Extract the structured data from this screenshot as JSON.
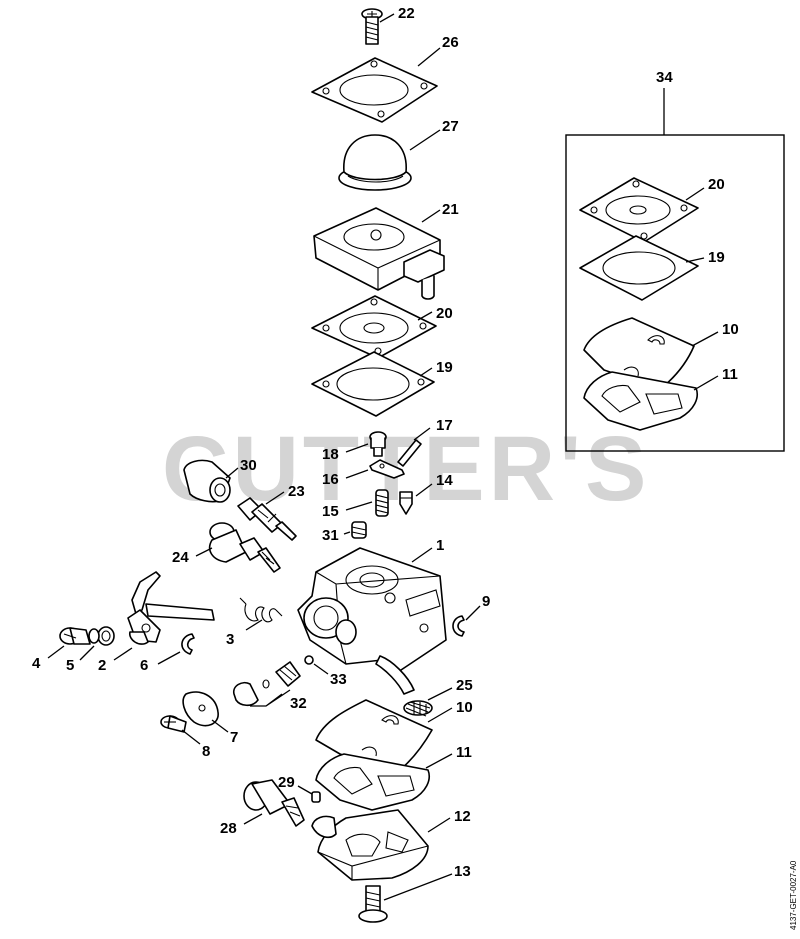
{
  "watermark": "CUTTER'S",
  "doc_code": "4137-GET-0027-A0",
  "colors": {
    "line": "#000000",
    "background": "#ffffff",
    "watermark": "#d4d4d4"
  },
  "labels": {
    "p1": "1",
    "p2": "2",
    "p3": "3",
    "p4": "4",
    "p5": "5",
    "p6": "6",
    "p7": "7",
    "p8": "8",
    "p9": "9",
    "p10": "10",
    "p11": "11",
    "p12": "12",
    "p13": "13",
    "p14": "14",
    "p15": "15",
    "p16": "16",
    "p17": "17",
    "p18": "18",
    "p19": "19",
    "p20": "20",
    "p21": "21",
    "p22": "22",
    "p23": "23",
    "p24": "24",
    "p25": "25",
    "p26": "26",
    "p27": "27",
    "p28": "28",
    "p29": "29",
    "p30": "30",
    "p31": "31",
    "p32": "32",
    "p33": "33",
    "kit": "34",
    "kit20": "20",
    "kit19": "19",
    "kit10": "10",
    "kit11": "11"
  }
}
